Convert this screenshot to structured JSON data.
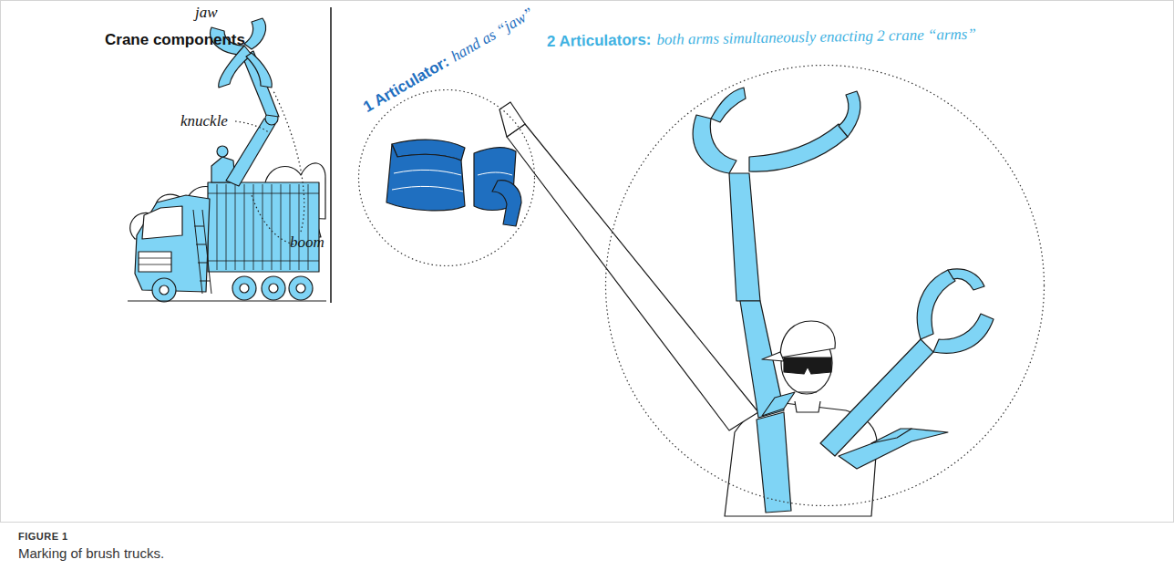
{
  "diagram": {
    "caption": "Marking of brush trucks.",
    "nodes": [
      {
        "text": [
          "1 Articulator:",
          "hand as “jaw”"
        ]
      },
      {
        "text": [
          "2 Articulators:",
          "both arms simultaneously enacting 2 crane “arms”"
        ]
      }
    ],
    "labels": [
      "Crane components",
      "jaw",
      "knuckle",
      "boom",
      "FIGURE 1"
    ]
  }
}
